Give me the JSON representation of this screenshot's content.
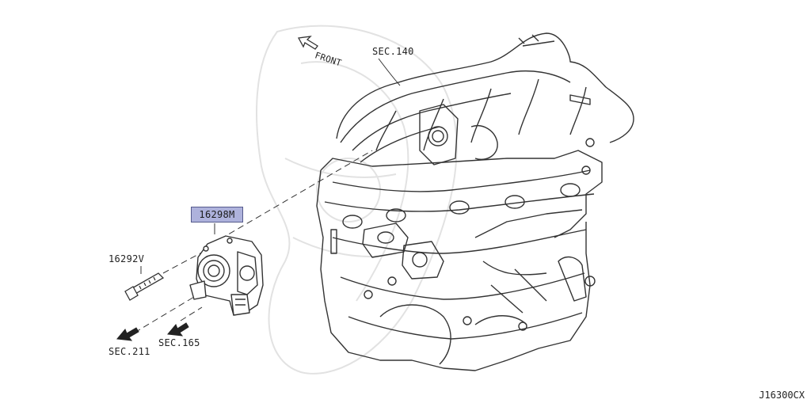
{
  "diagram": {
    "labels": {
      "sec_140": "SEC.140",
      "front": "FRONT",
      "part_throttle_body": "16298M",
      "part_bolt": "16292V",
      "sec_211": "SEC.211",
      "sec_165": "SEC.165",
      "diagram_code": "J16300CX"
    },
    "colors": {
      "line": "#333333",
      "part_highlight": "#aeb2dc",
      "watermark": "#dcdcdc"
    },
    "icons": [
      "front-arrow-icon",
      "sec-211-arrow-icon",
      "sec-165-arrow-icon",
      "watermark-emblem-icon"
    ]
  }
}
